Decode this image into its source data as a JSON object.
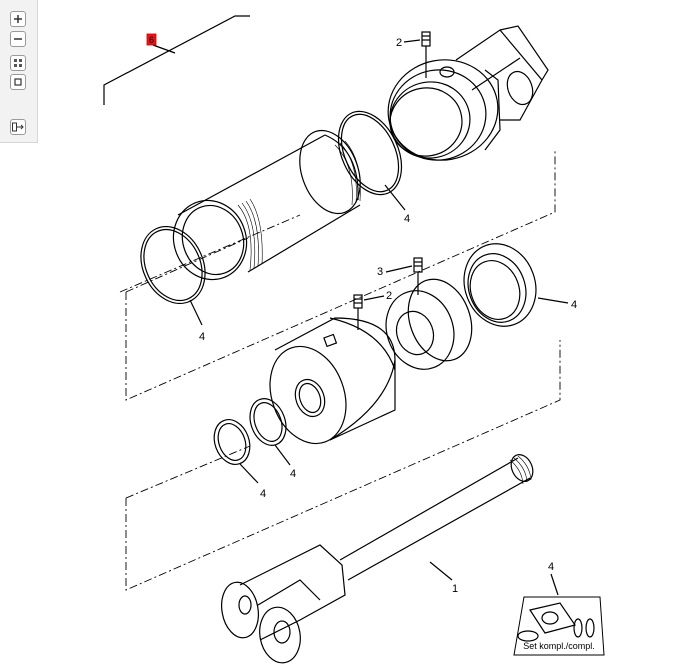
{
  "toolbar": {
    "buttons": [
      {
        "name": "zoom-in-button",
        "icon": "plus-icon"
      },
      {
        "name": "zoom-out-button",
        "icon": "minus-icon"
      },
      {
        "name": "fit-view-button",
        "icon": "fit-icon"
      },
      {
        "name": "reset-view-button",
        "icon": "square-icon"
      },
      {
        "name": "export-button",
        "icon": "export-icon"
      }
    ]
  },
  "diagram": {
    "marker_label": "6",
    "marker_color": "#e8141b",
    "callouts": {
      "rod": "1",
      "grease_nipple_top": "2",
      "grease_nipple_piston": "2",
      "grease_nipple_gland": "3",
      "seal_top_right": "4",
      "seal_barrel_left": "4",
      "seal_gland_right": "4",
      "seal_small_ring": "4",
      "seal_wiper": "4",
      "kit": "4"
    },
    "kit_label": "Set kompl./compl."
  }
}
